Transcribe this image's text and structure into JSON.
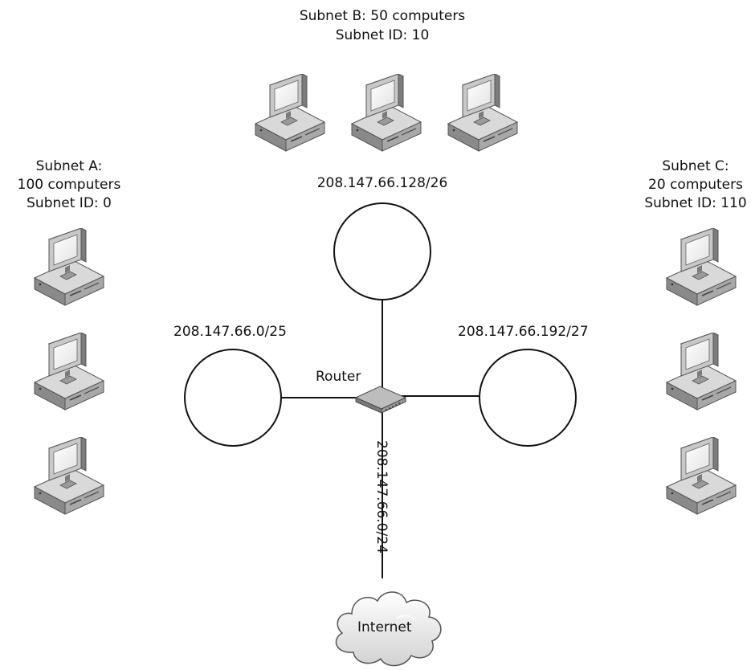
{
  "subnets": {
    "a": {
      "title": "Subnet A:",
      "count": "100 computers",
      "id_label": "Subnet ID: 0",
      "network": "208.147.66.0/25"
    },
    "b": {
      "title": "Subnet B: 50 computers",
      "id_label": "Subnet ID: 10",
      "network": "208.147.66.128/26"
    },
    "c": {
      "title": "Subnet C:",
      "count": "20 computers",
      "id_label": "Subnet ID: 110",
      "network": "208.147.66.192/27"
    }
  },
  "router": {
    "label": "Router"
  },
  "uplink": {
    "network": "208.147.66.0/24"
  },
  "internet": {
    "label": "Internet"
  },
  "icons": {
    "computer": "desktop-computer-icon",
    "router": "router-icon",
    "cloud": "internet-cloud-icon"
  },
  "colors": {
    "line": "#111111",
    "icon_dark": "#6f6f6f",
    "icon_mid": "#a5a5a5",
    "icon_light": "#e6e6e6"
  }
}
